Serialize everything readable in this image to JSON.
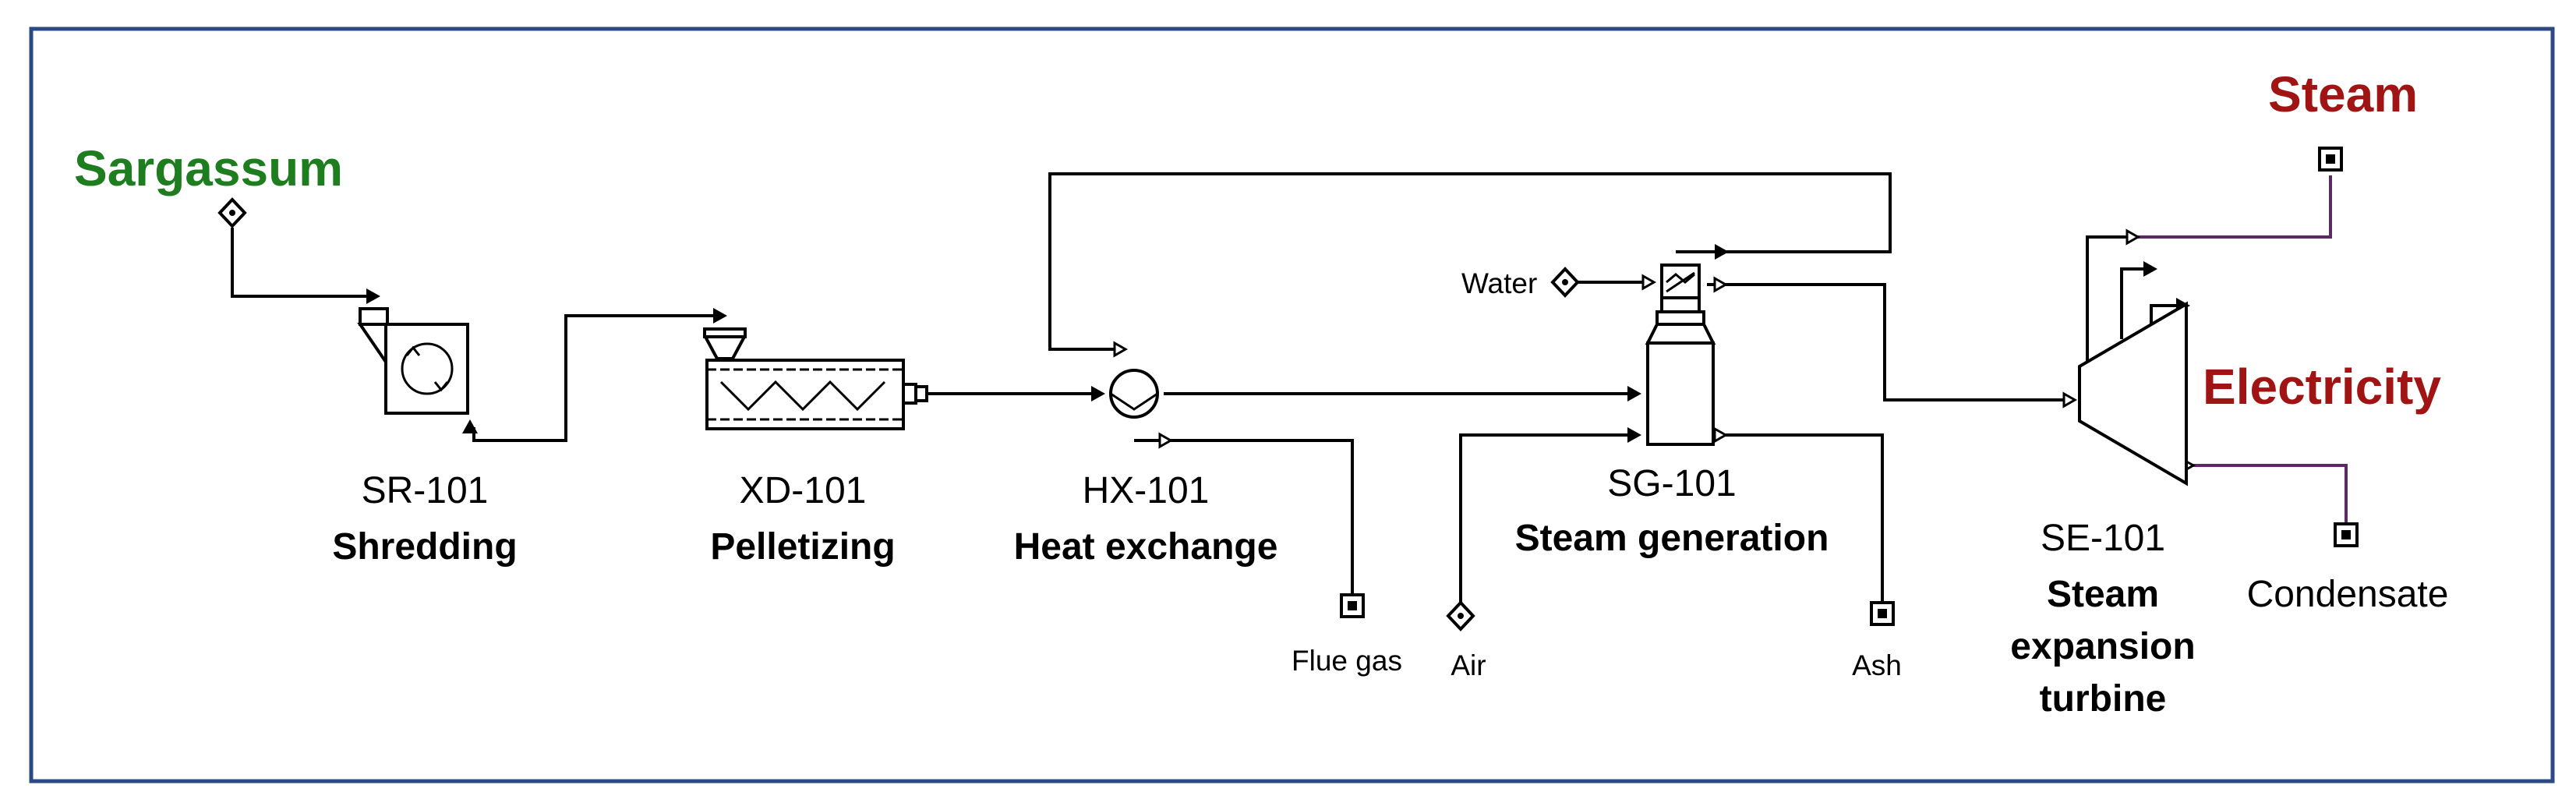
{
  "colors": {
    "frame": "#2b4a84",
    "feed": "#1e7d1e",
    "product": "#a01414",
    "product_line": "#5b2a63"
  },
  "feed": {
    "label": "Sargassum"
  },
  "products": {
    "steam": "Steam",
    "electricity": "Electricity"
  },
  "units": [
    {
      "tag": "SR-101",
      "name": "Shredding"
    },
    {
      "tag": "XD-101",
      "name": "Pelletizing"
    },
    {
      "tag": "HX-101",
      "name": "Heat exchange"
    },
    {
      "tag": "SG-101",
      "name": "Steam generation"
    },
    {
      "tag": "SE-101",
      "name_lines": [
        "Steam",
        "expansion",
        "turbine"
      ]
    }
  ],
  "streams": {
    "water": "Water",
    "flue_gas": "Flue gas",
    "air": "Air",
    "ash": "Ash",
    "condensate": "Condensate"
  }
}
